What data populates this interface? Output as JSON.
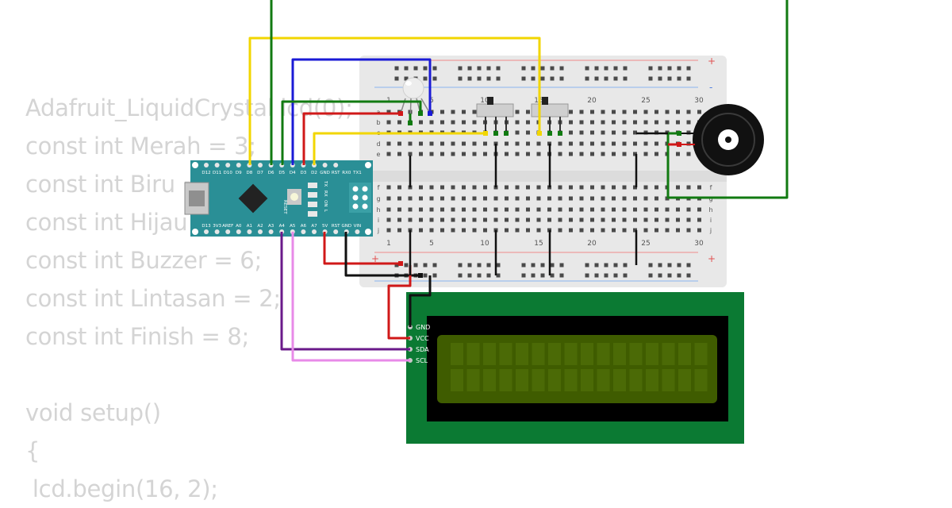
{
  "code_lines": [
    "Adafruit_LiquidCrystal lcd(0);",
    "const int Merah = 3;",
    "const int Biru = 4;",
    "const int Hijau = 5;",
    "const int Buzzer = 6;",
    "const int Lintasan = 2;",
    "const int Finish = 8;",
    "",
    "void setup()",
    "{",
    " lcd.begin(16, 2);"
  ],
  "arduino": {
    "top_pins": [
      "D12",
      "D11",
      "D10",
      "D9",
      "D8",
      "D7",
      "D6",
      "D5",
      "D4",
      "D3",
      "D2",
      "GND",
      "RST",
      "RX0",
      "TX1"
    ],
    "bottom_pins": [
      "D13",
      "3V3",
      "AREF",
      "A0",
      "A1",
      "A2",
      "A3",
      "A4",
      "A5",
      "A6",
      "A7",
      "5V",
      "RST",
      "GND",
      "VIN"
    ],
    "reset_label": "RESET",
    "led_labels": [
      "TX",
      "RX",
      "ON",
      "L"
    ]
  },
  "breadboard": {
    "column_numbers": [
      "1",
      "5",
      "10",
      "15",
      "20",
      "25",
      "30"
    ],
    "rows_top": [
      "a",
      "b",
      "c",
      "d",
      "e"
    ],
    "rows_bottom": [
      "f",
      "g",
      "h",
      "i",
      "j"
    ],
    "plus": "+",
    "minus": "-"
  },
  "lcd": {
    "pins": [
      "GND",
      "VCC",
      "SDA",
      "SCL"
    ],
    "columns": 16,
    "rows": 2
  },
  "colors": {
    "wire_yellow": "#f2d600",
    "wire_blue": "#1a1ad6",
    "wire_green": "#117a11",
    "wire_red": "#d01818",
    "wire_black": "#111111",
    "wire_purple": "#6a1a8a",
    "wire_pink": "#e88ae8",
    "arduino_board": "#2a8f96",
    "lcd_pcb": "#0b7a33",
    "lcd_screen": "#3f5c00"
  }
}
